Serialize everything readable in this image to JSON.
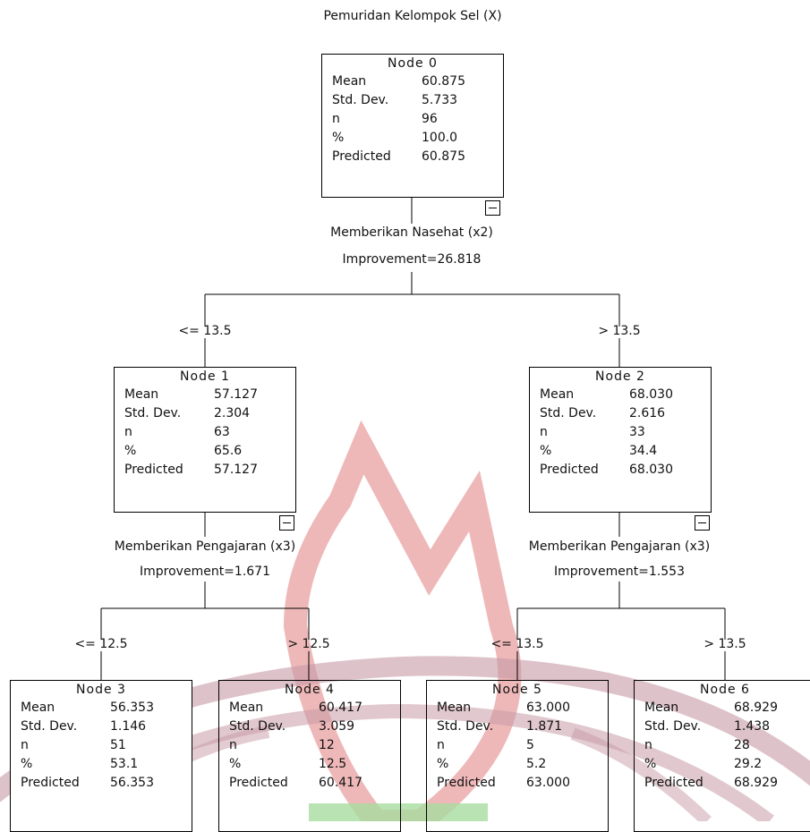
{
  "title": "Pemuridan Kelompok Sel (X)",
  "nodes": {
    "n0": {
      "name": "Node 0",
      "mean": "60.875",
      "sd": "5.733",
      "n": "96",
      "pct": "100.0",
      "pred": "60.875"
    },
    "n1": {
      "name": "Node 1",
      "mean": "57.127",
      "sd": "2.304",
      "n": "63",
      "pct": "65.6",
      "pred": "57.127"
    },
    "n2": {
      "name": "Node 2",
      "mean": "68.030",
      "sd": "2.616",
      "n": "33",
      "pct": "34.4",
      "pred": "68.030"
    },
    "n3": {
      "name": "Node 3",
      "mean": "56.353",
      "sd": "1.146",
      "n": "51",
      "pct": "53.1",
      "pred": "56.353"
    },
    "n4": {
      "name": "Node 4",
      "mean": "60.417",
      "sd": "3.059",
      "n": "12",
      "pct": "12.5",
      "pred": "60.417"
    },
    "n5": {
      "name": "Node 5",
      "mean": "63.000",
      "sd": "1.871",
      "n": "5",
      "pct": "5.2",
      "pred": "63.000"
    },
    "n6": {
      "name": "Node 6",
      "mean": "68.929",
      "sd": "1.438",
      "n": "28",
      "pct": "29.2",
      "pred": "68.929"
    }
  },
  "labels": {
    "mean": "Mean",
    "sd": "Std. Dev.",
    "n": "n",
    "pct": "%",
    "pred": "Predicted"
  },
  "splits": {
    "s0": {
      "var": "Memberikan Nasehat (x2)",
      "imp": "Improvement=26.818"
    },
    "s1": {
      "var": "Memberikan Pengajaran (x3)",
      "imp": "Improvement=1.671"
    },
    "s2": {
      "var": "Memberikan Pengajaran (x3)",
      "imp": "Improvement=1.553"
    }
  },
  "conditions": {
    "c1": "<= 13.5",
    "c2": "> 13.5",
    "c3": "<= 12.5",
    "c4": "> 12.5",
    "c5": "<= 13.5",
    "c6": "> 13.5"
  },
  "colors": {
    "line": "#000000",
    "watermark_flame": "#e8a0a0",
    "watermark_arc": "#c79aa6",
    "watermark_green": "#a8dca0"
  }
}
